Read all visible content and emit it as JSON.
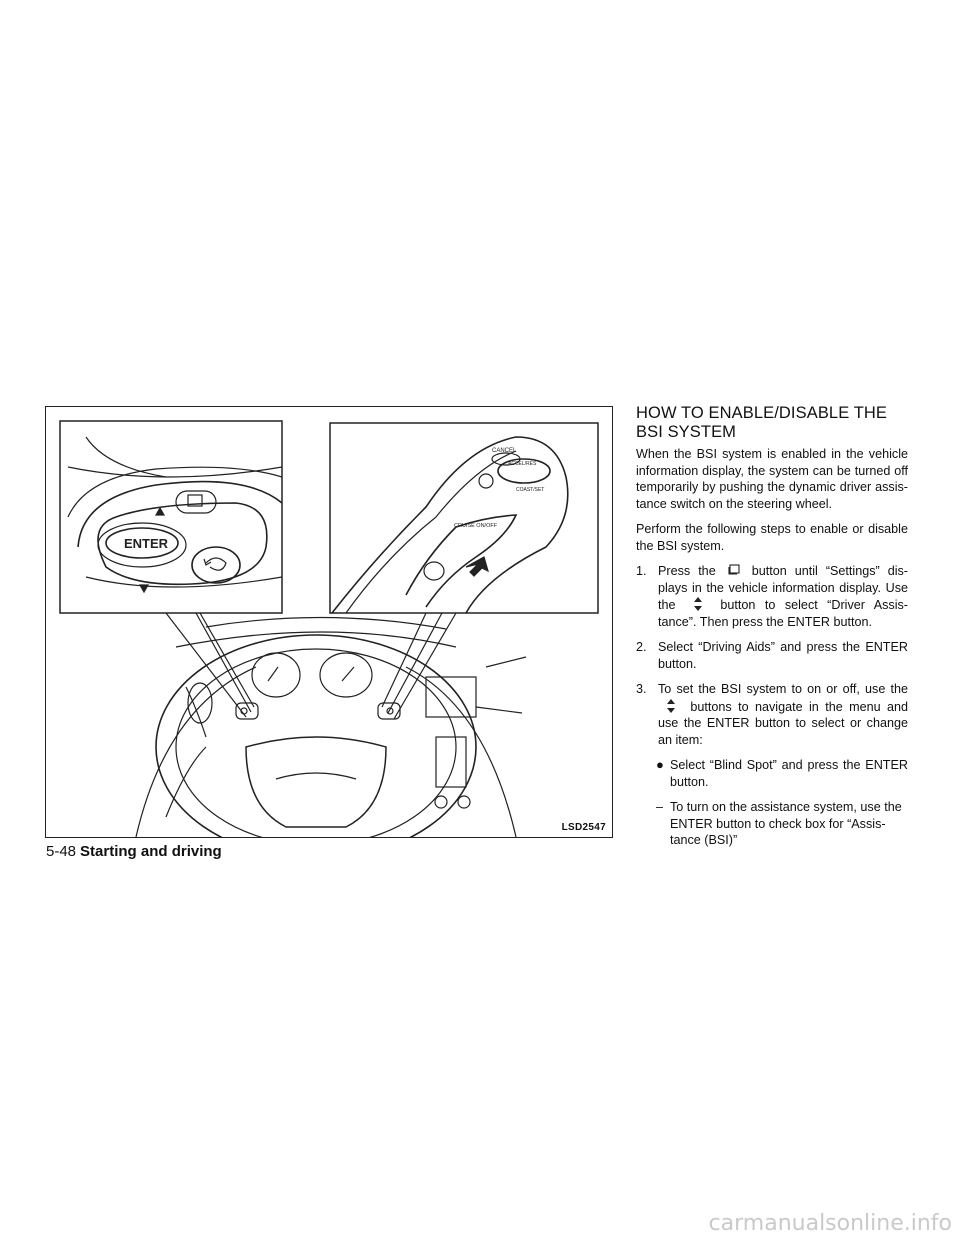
{
  "figure": {
    "code": "LSD2547",
    "labels": {
      "enter": "ENTER",
      "cancel": "CANCEL",
      "accel_res": "ACCEL/RES",
      "coast_set": "COAST/SET",
      "cruise": "CRUISE ON/OFF"
    }
  },
  "section": {
    "heading_line1": "HOW TO ENABLE/DISABLE THE",
    "heading_line2": "BSI SYSTEM",
    "intro": "When the BSI system is enabled in the vehicle information display, the system can be turned off temporarily by pushing the dynamic driver assis-tance switch on the steering wheel.",
    "lead": "Perform the following steps to enable or disable the BSI system.",
    "steps": [
      {
        "num": "1.",
        "part_a": "Press the",
        "part_b": "button until “Settings” dis-plays in the vehicle information display. Use the",
        "part_c": "button to select “Driver Assis-tance”. Then press the ENTER button."
      },
      {
        "num": "2.",
        "text": "Select “Driving Aids” and press the ENTER button."
      },
      {
        "num": "3.",
        "part_a": "To set the BSI system to on or off, use the",
        "part_b": "buttons to navigate in the menu and use the ENTER button to select or change an item:"
      }
    ],
    "bullet": "Select “Blind Spot” and press the ENTER button.",
    "dash": "To turn on the assistance system, use the ENTER button to check box for “Assis-tance (BSI)”"
  },
  "footer": {
    "page": "5-48",
    "section": "Starting and driving"
  },
  "watermark": "carmanualsonline.info",
  "icons": {
    "menu": "menu-button-icon",
    "arrows": "up-down-arrow-icon"
  }
}
